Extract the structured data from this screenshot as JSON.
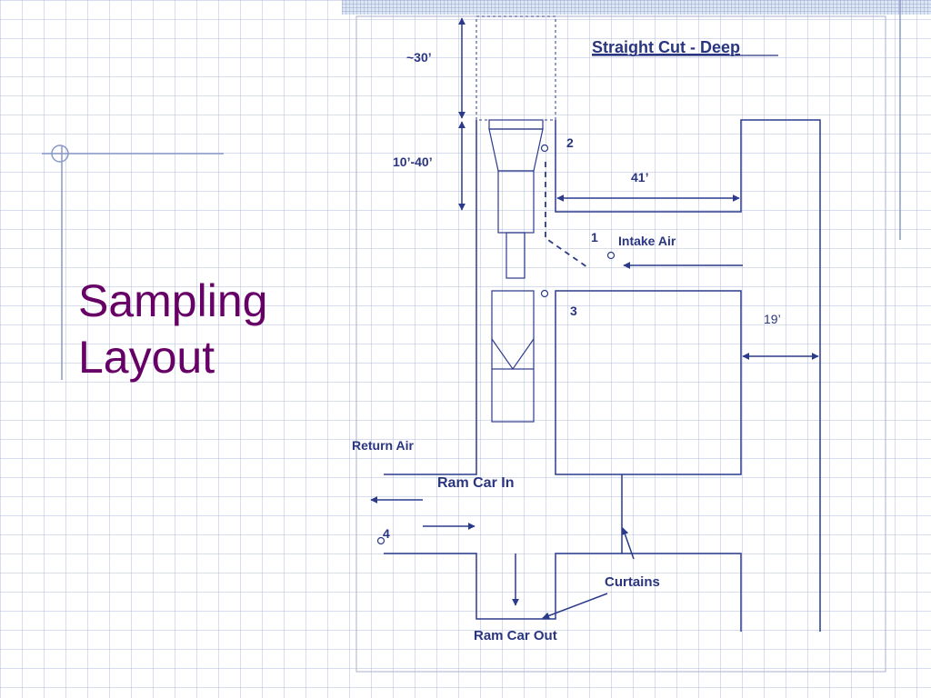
{
  "slide": {
    "title_line1": "Sampling",
    "title_line2": "Layout"
  },
  "diagram": {
    "heading": "Straight Cut - Deep",
    "dim_top": "~30’",
    "dim_miner": "10’-40’",
    "dim_crosscut": "41’",
    "dim_pillar_gap": "19’",
    "sample_point_1": "1",
    "sample_point_2": "2",
    "sample_point_3": "3",
    "sample_point_4": "4",
    "intake_air": "Intake Air",
    "return_air": "Return Air",
    "ram_car_in": "Ram Car In",
    "ram_car_out": "Ram Car Out",
    "curtains": "Curtains"
  },
  "colors": {
    "title": "#660066",
    "line": "#2b3b8a",
    "label": "#2a3580",
    "grid": "#b4bdd8"
  }
}
